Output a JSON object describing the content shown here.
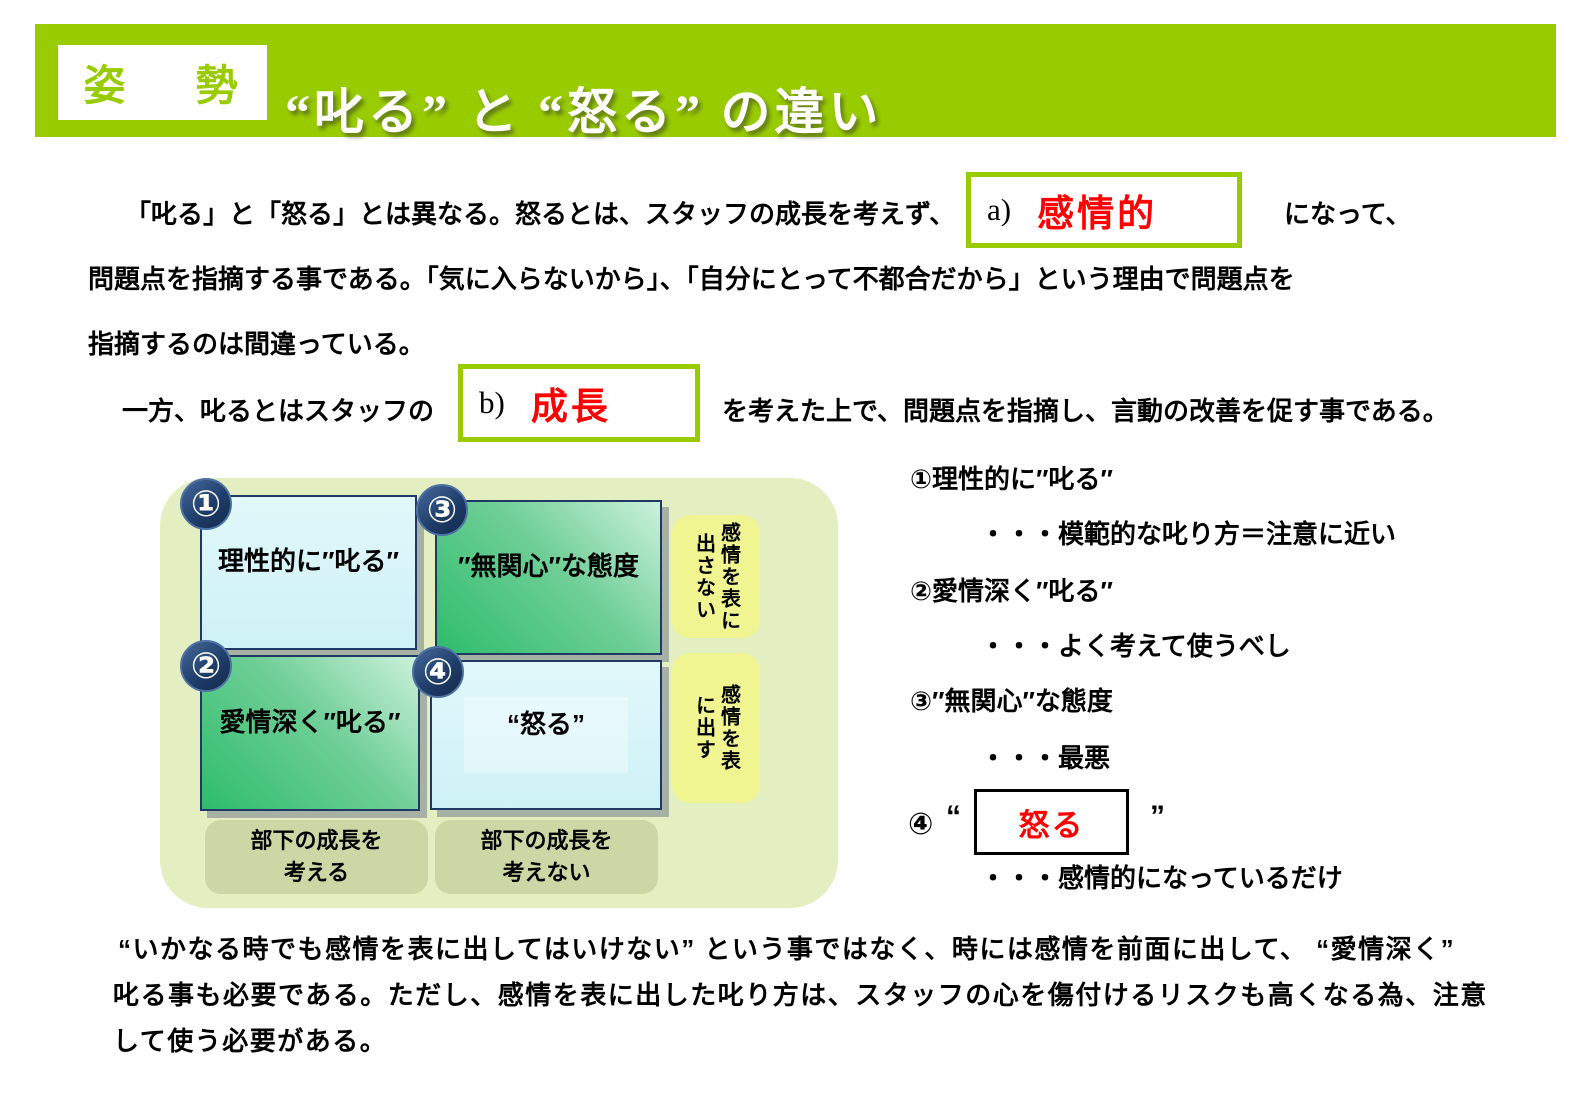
{
  "header": {
    "badge": "姿　勢",
    "title": "“叱る” と “怒る” の違い"
  },
  "intro": {
    "line1_pre": "「叱る」と「怒る」とは異なる。怒るとは、スタッフの成長を考えず、",
    "box_a": {
      "label": "a)",
      "value": "感情的"
    },
    "line1_post": "になって、",
    "line2": "問題点を指摘する事である。「気に入らないから」、「自分にとって不都合だから」という理由で問題点を",
    "line3": "指摘するのは間違っている。",
    "line4_pre": "一方、叱るとはスタッフの",
    "box_b": {
      "label": "b)",
      "value": "成長"
    },
    "line4_post": "を考えた上で、問題点を指摘し、言動の改善を促す事である。"
  },
  "matrix": {
    "quadrants": [
      {
        "num": "①",
        "label": "理性的に″叱る″"
      },
      {
        "num": "③",
        "label": "″無関心″な態度"
      },
      {
        "num": "②",
        "label": "愛情深く″叱る″"
      },
      {
        "num": "④",
        "label": "“怒る”"
      }
    ],
    "emotion_labels": [
      {
        "parts": [
          "感情を表に",
          "出さない"
        ]
      },
      {
        "parts": [
          "感情を表",
          "に出す"
        ]
      }
    ],
    "growth_labels": [
      {
        "line1": "部下の成長を",
        "line2": "考える"
      },
      {
        "line1": "部下の成長を",
        "line2": "考えない"
      }
    ]
  },
  "notes": [
    {
      "heading": "①理性的に″叱る″",
      "detail": "・・・模範的な叱り方＝注意に近い"
    },
    {
      "heading": "②愛情深く″叱る″",
      "detail": "・・・よく考えて使うべし"
    },
    {
      "heading": "③″無関心″な態度",
      "detail": "・・・最悪"
    },
    {
      "number": "④",
      "open_quote": "“",
      "boxed_value": "怒る",
      "close_quote": "”",
      "detail": "・・・感情的になっているだけ"
    }
  ],
  "footer": {
    "line1": "“いかなる時でも感情を表に出してはいけない” という事ではなく、時には感情を前面に出して、 “愛情深く”",
    "line2": "叱る事も必要である。ただし、感情を表に出した叱り方は、スタッフの心を傷付けるリスクも高くなる為、注意",
    "line3": "して使う必要がある。"
  },
  "colors": {
    "accent_green": "#99CC00",
    "highlight_red": "#FF0000",
    "navy_border": "#1F3864",
    "matrix_bg": "#E3EFC0",
    "quadrant_cyan": "#D9F5F9",
    "quadrant_green": "#2EBD6C",
    "emotion_label_bg": "#F0F491",
    "growth_label_bg": "#CBD7A4"
  }
}
